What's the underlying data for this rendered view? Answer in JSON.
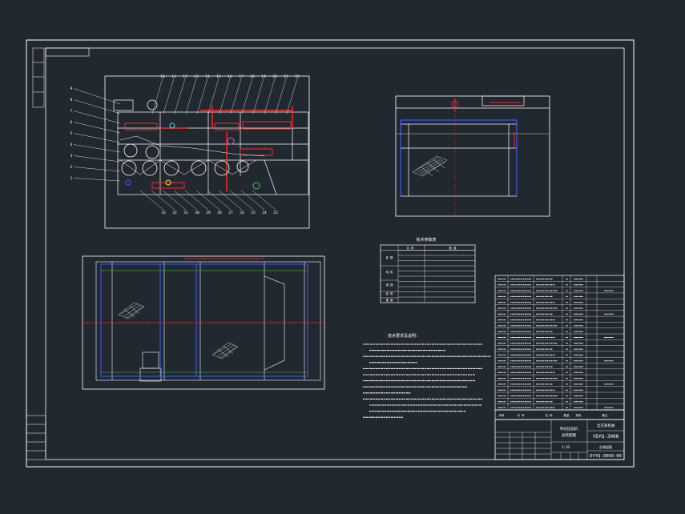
{
  "colors": {
    "background": "#212830",
    "line": "#ffffff",
    "red": "#ff2a2a",
    "blue": "#3b5bff",
    "cyan": "#49e0e8",
    "yellow": "#e6e04a",
    "green": "#3ccf3c",
    "magenta": "#e048e0"
  },
  "drawing": {
    "top_balloons": [
      "10",
      "11",
      "12",
      "13",
      "14",
      "15",
      "16",
      "17",
      "18",
      "19",
      "20",
      "21",
      "22"
    ],
    "left_balloons": [
      "9",
      "8",
      "7",
      "6",
      "5",
      "4",
      "3",
      "2",
      "1"
    ],
    "bottom_balloons": [
      "33",
      "32",
      "31",
      "30",
      "29",
      "28",
      "27",
      "26",
      "25",
      "24",
      "23"
    ]
  },
  "spec_table": {
    "title": "技术参数表",
    "header": [
      "名 称",
      "数 值"
    ],
    "groups": [
      "参 数",
      "电 机",
      "减 速",
      "滤 带",
      "重 量"
    ]
  },
  "requirements": {
    "title": "技术要求及说明:"
  },
  "parts_list": {
    "header": [
      "序号",
      "代 号",
      "名 称",
      "数量",
      "材料",
      "备注"
    ]
  },
  "title_block": {
    "company": "北京某机械",
    "product_lines": [
      "带式压滤机",
      "总装配图"
    ],
    "model": "YDYQ-3000",
    "drawing_name": "总装配图",
    "drawing_no": "DYYQ-3000-00",
    "scale": "1:10"
  }
}
